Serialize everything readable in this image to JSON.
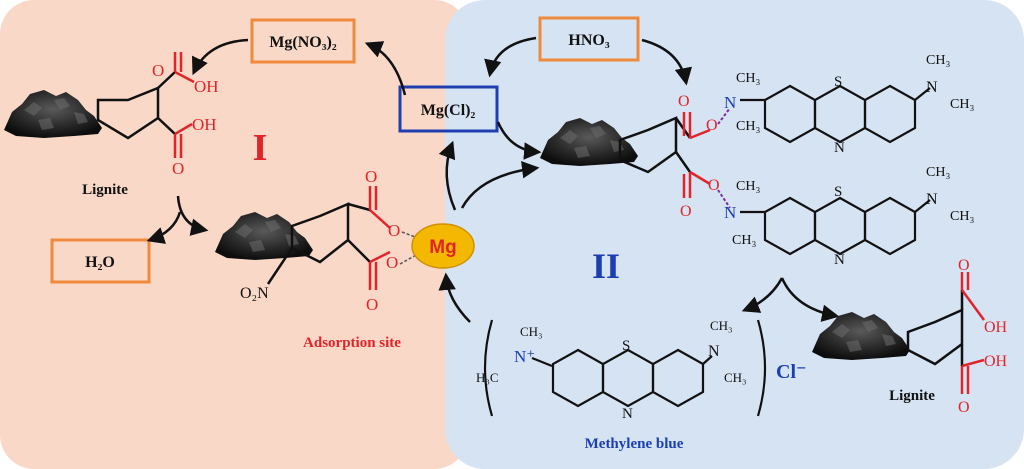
{
  "panels": {
    "left": {
      "numeral": "I",
      "color": "#f9d8c8"
    },
    "right": {
      "numeral": "II",
      "color": "#d6e3f3"
    }
  },
  "reagents": {
    "mg_nitrate": "Mg(NO₃)₂",
    "mg_chloride": "Mg(Cl)₂",
    "nitric_acid": "HNO₃",
    "water": "H₂O"
  },
  "labels": {
    "lignite_top": "Lignite",
    "lignite_bottom": "Lignite",
    "adsorption_site": "Adsorption site",
    "methylene_blue": "Methylene blue",
    "chloride": "Cl⁻",
    "mg_center": "Mg",
    "nitro": "O₂N"
  },
  "atoms": {
    "O": "O",
    "OH": "OH",
    "S": "S",
    "N": "N",
    "N_plus": "N⁺",
    "CH3": "CH₃",
    "H3C": "H₃C"
  },
  "colors": {
    "orange_box": "#ef8a3c",
    "blue_box": "#1f3fb0",
    "red_text": "#e0242a",
    "blue_text": "#1c3fb0",
    "mg_fill": "#f5b800",
    "bond": "#111111",
    "oxygen": "#e0242a",
    "nitrogen": "#1c3fb0"
  }
}
